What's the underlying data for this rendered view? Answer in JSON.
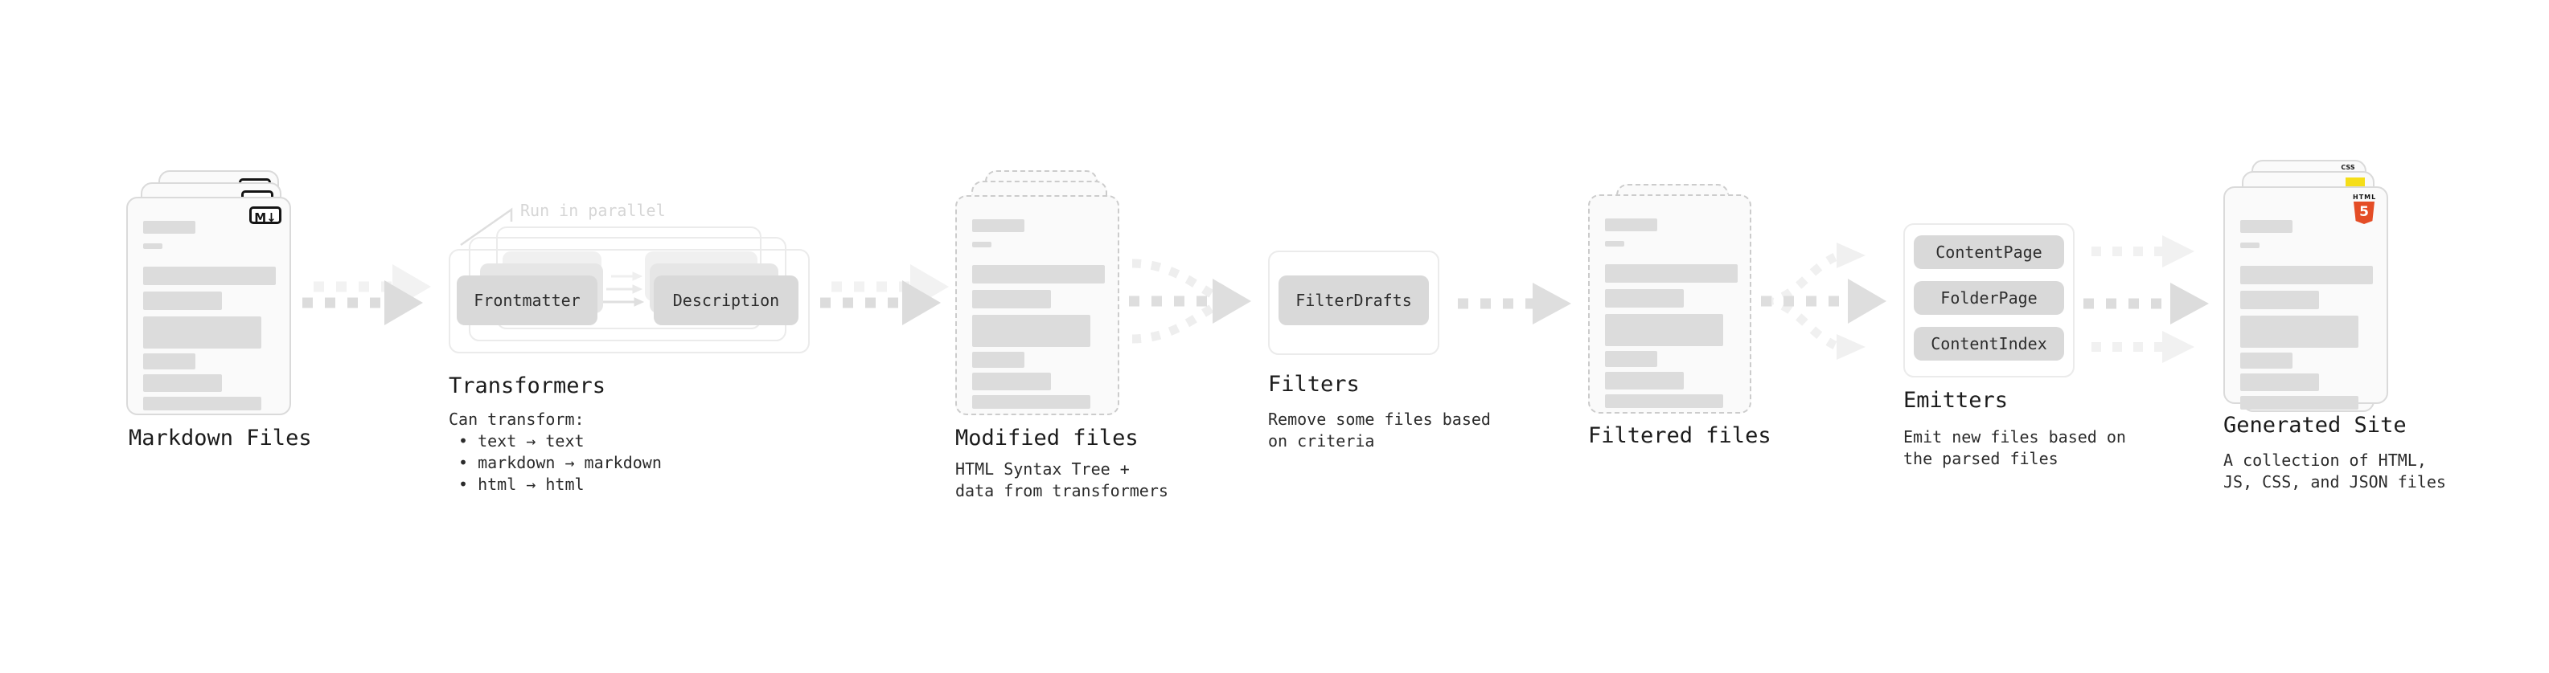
{
  "stages": {
    "markdown_files": {
      "label": "Markdown Files",
      "badge": "M↓"
    },
    "transformers": {
      "annotation": "Run in parallel",
      "pill_frontmatter": "Frontmatter",
      "pill_description": "Description",
      "label": "Transformers",
      "desc_heading": "Can transform:",
      "bullets": [
        "• text → text",
        "• markdown → markdown",
        "• html → html"
      ]
    },
    "modified_files": {
      "label": "Modified files",
      "desc_line1": "HTML Syntax Tree +",
      "desc_line2": "data from transformers"
    },
    "filters": {
      "label": "Filters",
      "pill": "FilterDrafts",
      "desc_line1": "Remove some files based",
      "desc_line2": "on criteria"
    },
    "filtered_files": {
      "label": "Filtered files"
    },
    "emitters": {
      "label": "Emitters",
      "pills": [
        "ContentPage",
        "FolderPage",
        "ContentIndex"
      ],
      "desc_line1": "Emit new files based on",
      "desc_line2": "the parsed files"
    },
    "generated_site": {
      "label": "Generated Site",
      "desc_line1": "A collection of HTML,",
      "desc_line2": "JS, CSS, and JSON files",
      "badge_html_text": "HTML",
      "badge_html_number": "5",
      "badge_css": "CSS"
    }
  },
  "colors": {
    "html5_orange": "#e44d26",
    "js_yellow": "#f5de19",
    "css_blue": "#2b6be8",
    "pill_gray": "#d9d9d9",
    "arrow_gray": "#dcdcdc",
    "arrow_light": "#f2f2f2"
  }
}
